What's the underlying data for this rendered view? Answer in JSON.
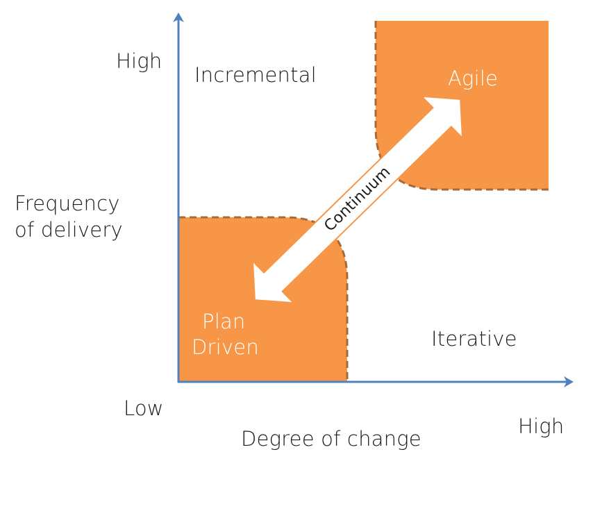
{
  "diagram": {
    "y_axis": {
      "label": "Frequency of delivery",
      "label_line1": "Frequency",
      "label_line2": "of delivery",
      "high": "High",
      "low": "Low"
    },
    "x_axis": {
      "label": "Degree of change",
      "high": "High"
    },
    "quadrants": {
      "top_left": "Incremental",
      "top_right": "Agile",
      "bottom_left_line1": "Plan",
      "bottom_left_line2": "Driven",
      "bottom_right": "Iterative"
    },
    "arrow_label": "Continuum",
    "colors": {
      "axis": "#4f81bd",
      "region_fill": "#f79646",
      "region_border": "#a86a36",
      "arrow_fill": "#ffffff"
    }
  }
}
